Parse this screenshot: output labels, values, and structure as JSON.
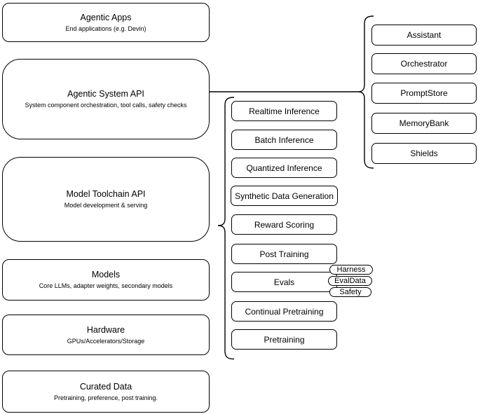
{
  "diagram": {
    "stack": [
      {
        "title": "Agentic Apps",
        "subtitle": "End applications (e.g. Devin)"
      },
      {
        "title": "Agentic System API",
        "subtitle": "System component orchestration, tool calls, safety checks"
      },
      {
        "title": "Model Toolchain API",
        "subtitle": "Model development & serving"
      },
      {
        "title": "Models",
        "subtitle": "Core LLMs, adapter weights, secondary models"
      },
      {
        "title": "Hardware",
        "subtitle": "GPUs/Accelerators/Storage"
      },
      {
        "title": "Curated Data",
        "subtitle": "Pretraining, preference, post training."
      }
    ],
    "toolchain_components": [
      "Realtime Inference",
      "Batch Inference",
      "Quantized Inference",
      "Synthetic Data Generation",
      "Reward Scoring",
      "Post Training",
      "Evals",
      "Continual Pretraining",
      "Pretraining"
    ],
    "eval_tags": [
      "Harness",
      "EvalData",
      "Safety"
    ],
    "system_components": [
      "Assistant",
      "Orchestrator",
      "PromptStore",
      "MemoryBank",
      "Shields"
    ],
    "colors": {
      "stroke": "#000000",
      "fill": "#ffffff",
      "background": "#ffffff"
    }
  }
}
